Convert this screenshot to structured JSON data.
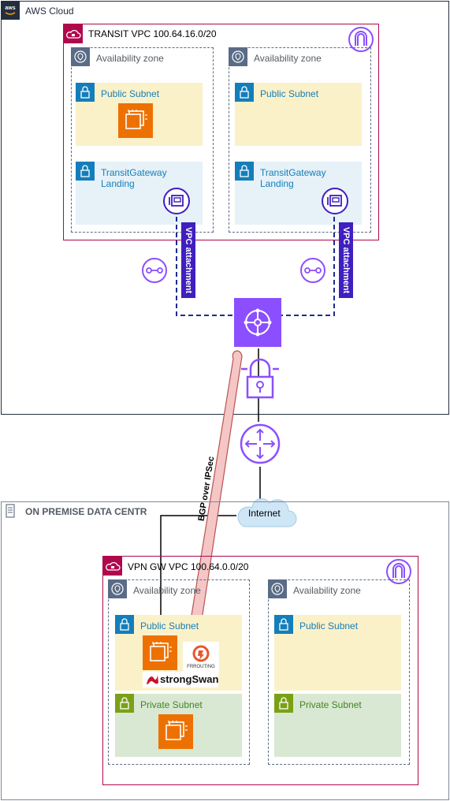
{
  "aws_cloud": {
    "label": "AWS Cloud"
  },
  "transit_vpc": {
    "label": "TRANSIT VPC 100.64.16.0/20",
    "az_left": {
      "label": "Availability zone",
      "public_subnet": "Public Subnet",
      "tgw_subnet_l1": "TransitGateway",
      "tgw_subnet_l2": "Landing"
    },
    "az_right": {
      "label": "Availability zone",
      "public_subnet": "Public Subnet",
      "tgw_subnet_l1": "TransitGateway",
      "tgw_subnet_l2": "Landing"
    }
  },
  "attachments": {
    "left_label": "VPC attachment",
    "right_label": "VPC attachment"
  },
  "tunnel": {
    "label": "BGP over IPSec"
  },
  "internet": {
    "label": "Internet"
  },
  "onprem": {
    "label": "ON PREMISE DATA CENTR"
  },
  "vpn_vpc": {
    "label": "VPN GW VPC 100.64.0.0/20",
    "az_left": {
      "label": "Availability zone",
      "public_subnet": "Public Subnet",
      "private_subnet": "Private Subnet",
      "frr_logo": "FRROUTING",
      "strongswan_logo": "strongSwan"
    },
    "az_right": {
      "label": "Availability zone",
      "public_subnet": "Public Subnet",
      "private_subnet": "Private Subnet"
    }
  },
  "colors": {
    "vpc_border": "#b0084d",
    "ec2": "#ed7100",
    "tgw": "#8c4fff",
    "attachment": "#3f1fbf",
    "link": "#1d2b8f"
  }
}
